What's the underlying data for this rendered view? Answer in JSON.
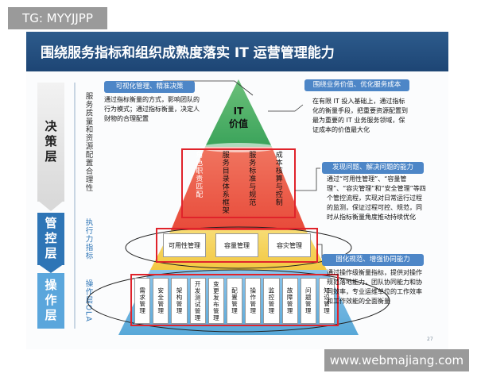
{
  "watermarks": {
    "top_left": "TG: MYYJJPP",
    "bottom_right": "www.webmajiang.com"
  },
  "title": "围绕服务指标和组织成熟度落实 IT 运营管理能力",
  "page_number": "27",
  "pyramid_top": {
    "line1": "IT",
    "line2": "价值"
  },
  "levels": [
    {
      "name": "决策层",
      "description": "服务质量和资源配置合理性"
    },
    {
      "name": "管控层",
      "description": "执行力指标"
    },
    {
      "name": "操作层",
      "description": "操作层OLA"
    }
  ],
  "decision_items": [
    "角色职责匹配",
    "服务目录体系框架",
    "服务标准与规范",
    "成本核算与控制"
  ],
  "control_items": [
    "可用性管理",
    "容量管理",
    "容灾管理"
  ],
  "operation_items": [
    "需求管理",
    "安全管理",
    "架构管理",
    "开发测试管理",
    "变更发布管理",
    "配置管理",
    "操作管理",
    "监控管理",
    "故障管理",
    "问题管理",
    "知识管理"
  ],
  "callouts": [
    {
      "title": "可视化管理、精准决策",
      "body": "通过指标衡量的方式，影响团队的行为模式；通过指标衡量，决定人财物的合理配置"
    },
    {
      "title": "围绕业务价值、优化服务成本",
      "body": "在有限 IT 投入基础上，通过指标化的衡量手段，把重要资源配置到最为重要的 IT 业务服务领域，保证成本的价值最大化"
    },
    {
      "title": "发现问题、解决问题的能力",
      "body": "通过“可用性管理”、“容量管理”、“容灾管理”和“安全管理”等四个管控流程，实现对日常运行过程的监测，保证过程可控、规范，同时从指标衡量角度推动持续优化"
    },
    {
      "title": "固化规范、增强协同能力",
      "body": "通过操作级衡量指标，提供对操作规范落地能力，团队协同能力和协同效率，专业运维单位的工作效率和工作效能的全面衡量"
    }
  ],
  "colors": {
    "banner": "#1f4a7a",
    "accent_blue": "#4d86c7",
    "highlight_red": "#e0232b",
    "pyramid_top": "#3aa35a",
    "pyramid_mid": "#e84b3a",
    "pyramid_low": "#f3c842",
    "pyramid_base": "#58a8d8"
  }
}
